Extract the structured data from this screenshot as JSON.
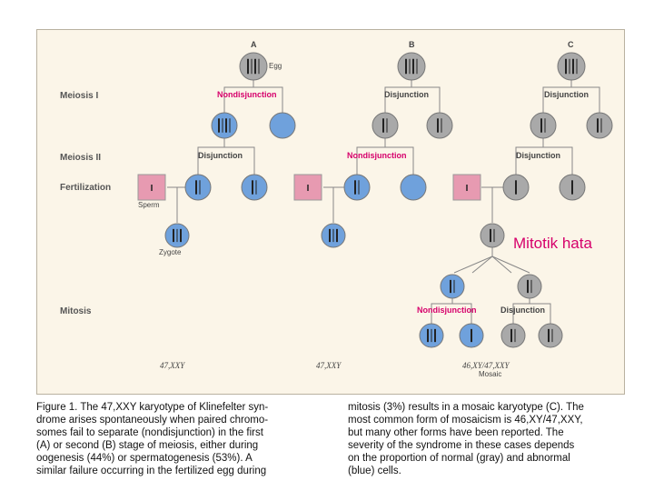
{
  "columns": [
    "A",
    "B",
    "C"
  ],
  "row_labels": {
    "meiosis1": "Meiosis I",
    "meiosis2": "Meiosis II",
    "fertilization": "Fertilization",
    "mitosis": "Mitosis"
  },
  "labels": {
    "egg": "Egg",
    "sperm": "Sperm",
    "zygote": "Zygote",
    "nondisjunction": "Nondisjunction",
    "disjunction": "Disjunction",
    "mosaic": "Mosaic"
  },
  "karyotypes": [
    "47,XXY",
    "47,XXY",
    "46,XY/47,XXY"
  ],
  "overlay_label": "Mitotik hata",
  "colors": {
    "nondisjunction": "#d6006b",
    "disjunction": "#444444",
    "blue_cell": "#6fa1dc",
    "gray_cell": "#a9a9a9",
    "sperm_box": "#e79ab1",
    "panel": "#fbf5e8"
  },
  "caption": {
    "left_lines": [
      "Figure 1. The 47,XXY karyotype of Klinefelter syn-",
      "drome arises spontaneously when paired chromo-",
      "somes fail to separate (nondisjunction) in the first",
      "(A) or second (B) stage of meiosis, either during",
      "oogenesis (44%) or spermatogenesis (53%). A",
      "similar failure occurring in the fertilized egg during"
    ],
    "right_lines": [
      "mitosis (3%) results in a mosaic karyotype (C). The",
      "most common form of mosaicism is 46,XY/47,XXY,",
      "but many other forms have been reported. The",
      "severity of the syndrome in these cases depends",
      "on the proportion of normal (gray) and abnormal",
      "(blue) cells."
    ]
  }
}
